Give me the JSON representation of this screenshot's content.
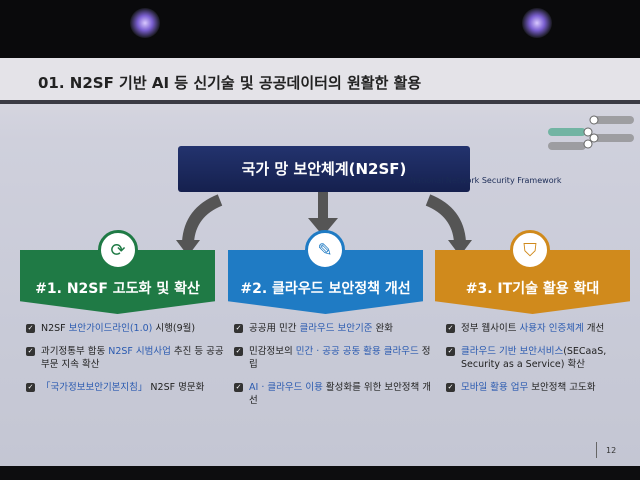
{
  "header": {
    "title": "01. N2SF 기반 AI 등 신기술 및 공공데이터의 원활한 활용"
  },
  "center": {
    "title": "국가 망 보안체계(N2SF)",
    "subtitle": "National Network Security Framework"
  },
  "columns": [
    {
      "title": "#1. N2SF 고도화 및 확산",
      "color": "#1f7a45",
      "icon": "clock-refresh-icon",
      "items": [
        [
          {
            "t": "N2SF "
          },
          {
            "t": "보안가이드라인(1.0)",
            "h": 1
          },
          {
            "t": " 시행(9월)"
          }
        ],
        [
          {
            "t": "과기정통부 합동 "
          },
          {
            "t": "N2SF 시범사업",
            "h": 1
          },
          {
            "t": " 추진 등 공공부문 지속 확산"
          }
        ],
        [
          {
            "t": "「국가정보보안기본지침」",
            "h": 1
          },
          {
            "t": " N2SF 명문화"
          }
        ]
      ]
    },
    {
      "title": "#2. 클라우드 보안정책 개선",
      "color": "#1f7bc4",
      "icon": "document-edit-icon",
      "items": [
        [
          {
            "t": "공공用 민간 "
          },
          {
            "t": "클라우드 보안기준",
            "h": 1
          },
          {
            "t": " 완화"
          }
        ],
        [
          {
            "t": "민감정보의 "
          },
          {
            "t": "민간 · 공공 공동 활용 클라우드",
            "h": 1
          },
          {
            "t": " 정립"
          }
        ],
        [
          {
            "t": "AI · 클라우드 이용",
            "h": 1
          },
          {
            "t": " 활성화를 위한 보안정책 개선"
          }
        ]
      ]
    },
    {
      "title": "#3. IT기술 활용 확대",
      "color": "#d08a1c",
      "icon": "shield-check-icon",
      "items": [
        [
          {
            "t": "정부 웹사이트 "
          },
          {
            "t": "사용자 인증체계",
            "h": 1
          },
          {
            "t": " 개선"
          }
        ],
        [
          {
            "t": "클라우드 기반 보안서비스",
            "h": 1
          },
          {
            "t": "(SECaaS, Security as a Service) 확산"
          }
        ],
        [
          {
            "t": "모바일 활용 업무",
            "h": 1
          },
          {
            "t": " 보안정책 고도화"
          }
        ]
      ]
    }
  ],
  "page_number": "12"
}
